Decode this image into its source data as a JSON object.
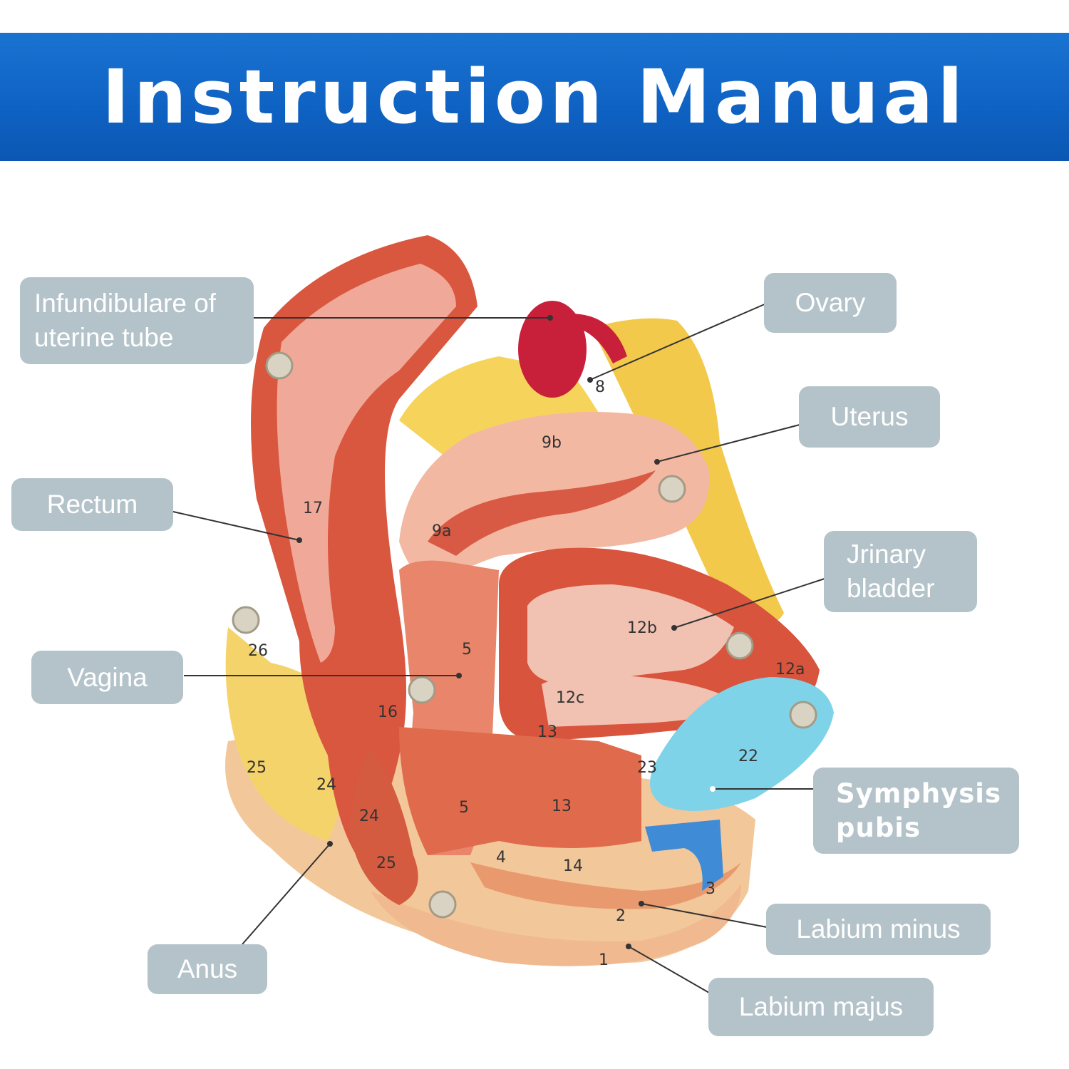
{
  "header": {
    "title": "Instruction Manual"
  },
  "labels": {
    "infundibulare": "Infundibulare of uterine tube",
    "ovary": "Ovary",
    "uterus": "Uterus",
    "rectum": "Rectum",
    "bladder": "Jrinary bladder",
    "vagina": "Vagina",
    "symphysis": "Symphysis pubis",
    "anus": "Anus",
    "labium_minus": "Labium minus",
    "labium_majus": "Labium majus"
  },
  "model_numbers": {
    "n17": "17",
    "n9a": "9a",
    "n9b": "9b",
    "n8": "8",
    "n5a": "5",
    "n5b": "5",
    "n12b": "12b",
    "n12a": "12a",
    "n12c": "12c",
    "n13a": "13",
    "n13b": "13",
    "n22": "22",
    "n23": "23",
    "n24a": "24",
    "n24b": "24",
    "n25a": "25",
    "n25b": "25",
    "n26": "26",
    "n16": "16",
    "n4": "4",
    "n14": "14",
    "n2": "2",
    "n1": "1",
    "n3": "3"
  }
}
